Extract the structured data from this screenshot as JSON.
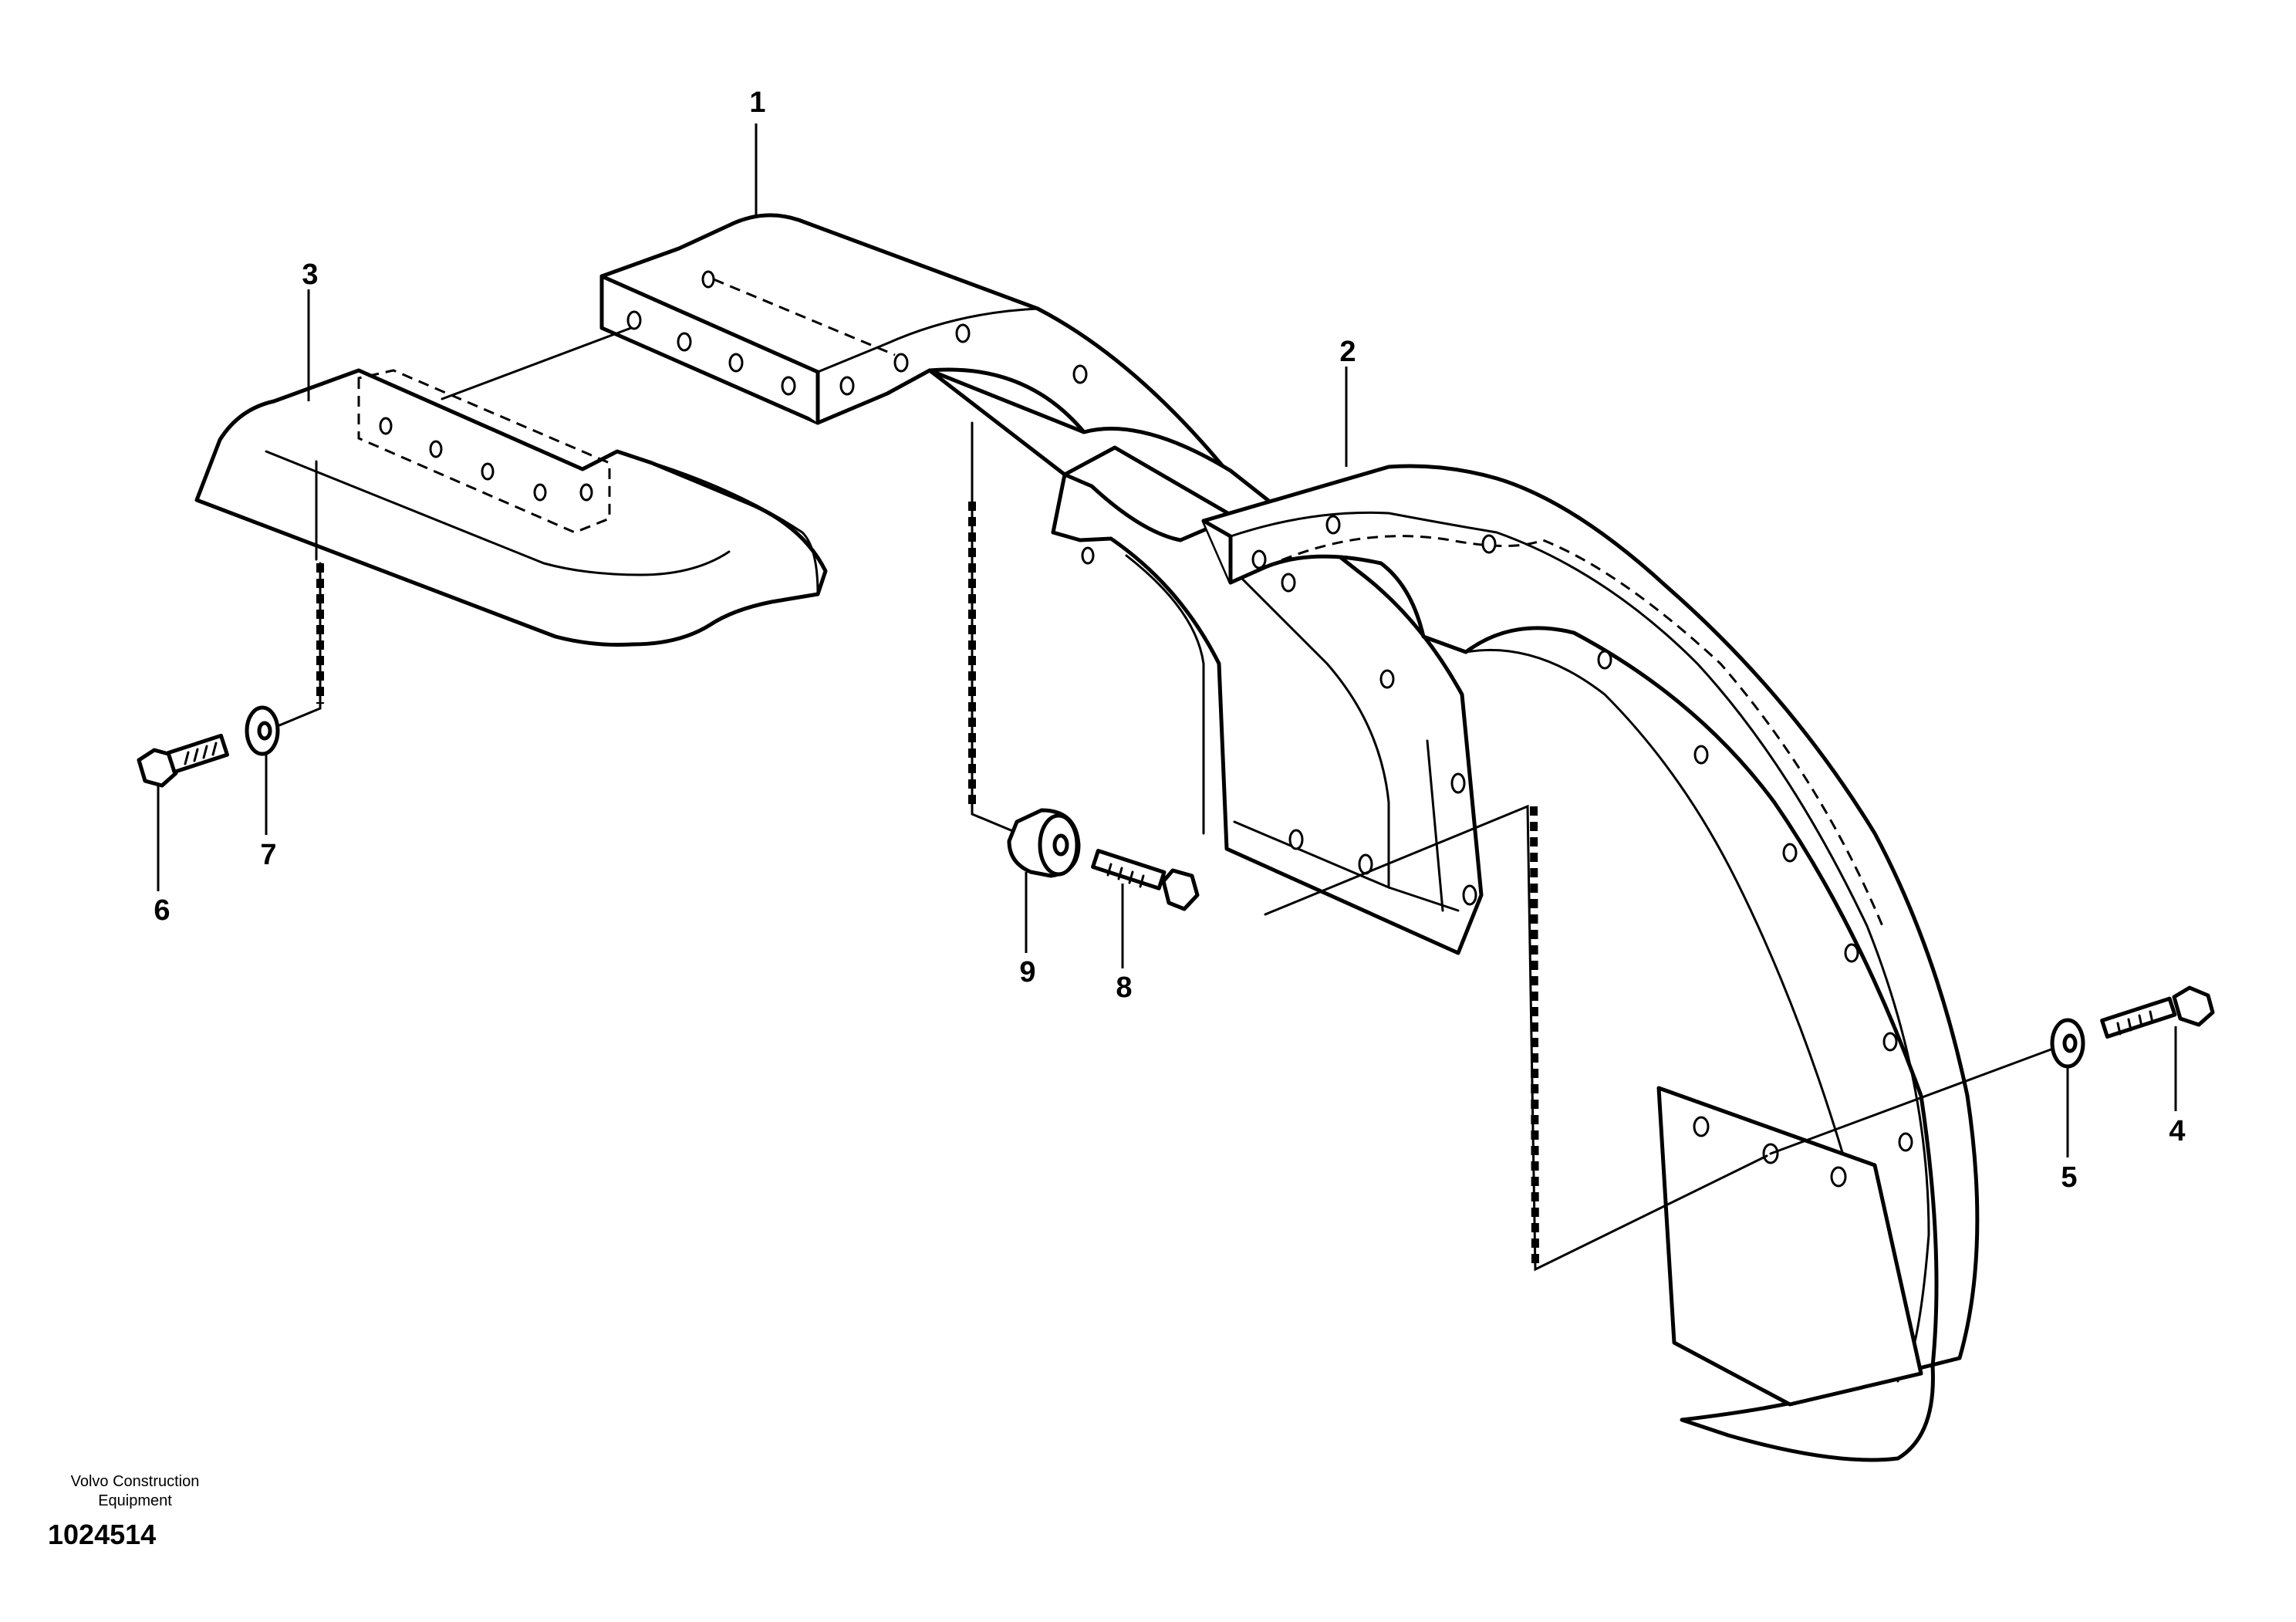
{
  "callouts": {
    "c1": "1",
    "c2": "2",
    "c3": "3",
    "c4": "4",
    "c5": "5",
    "c6": "6",
    "c7": "7",
    "c8": "8",
    "c9": "9"
  },
  "caption": {
    "company": "Volvo Construction Equipment",
    "number": "1024514"
  }
}
